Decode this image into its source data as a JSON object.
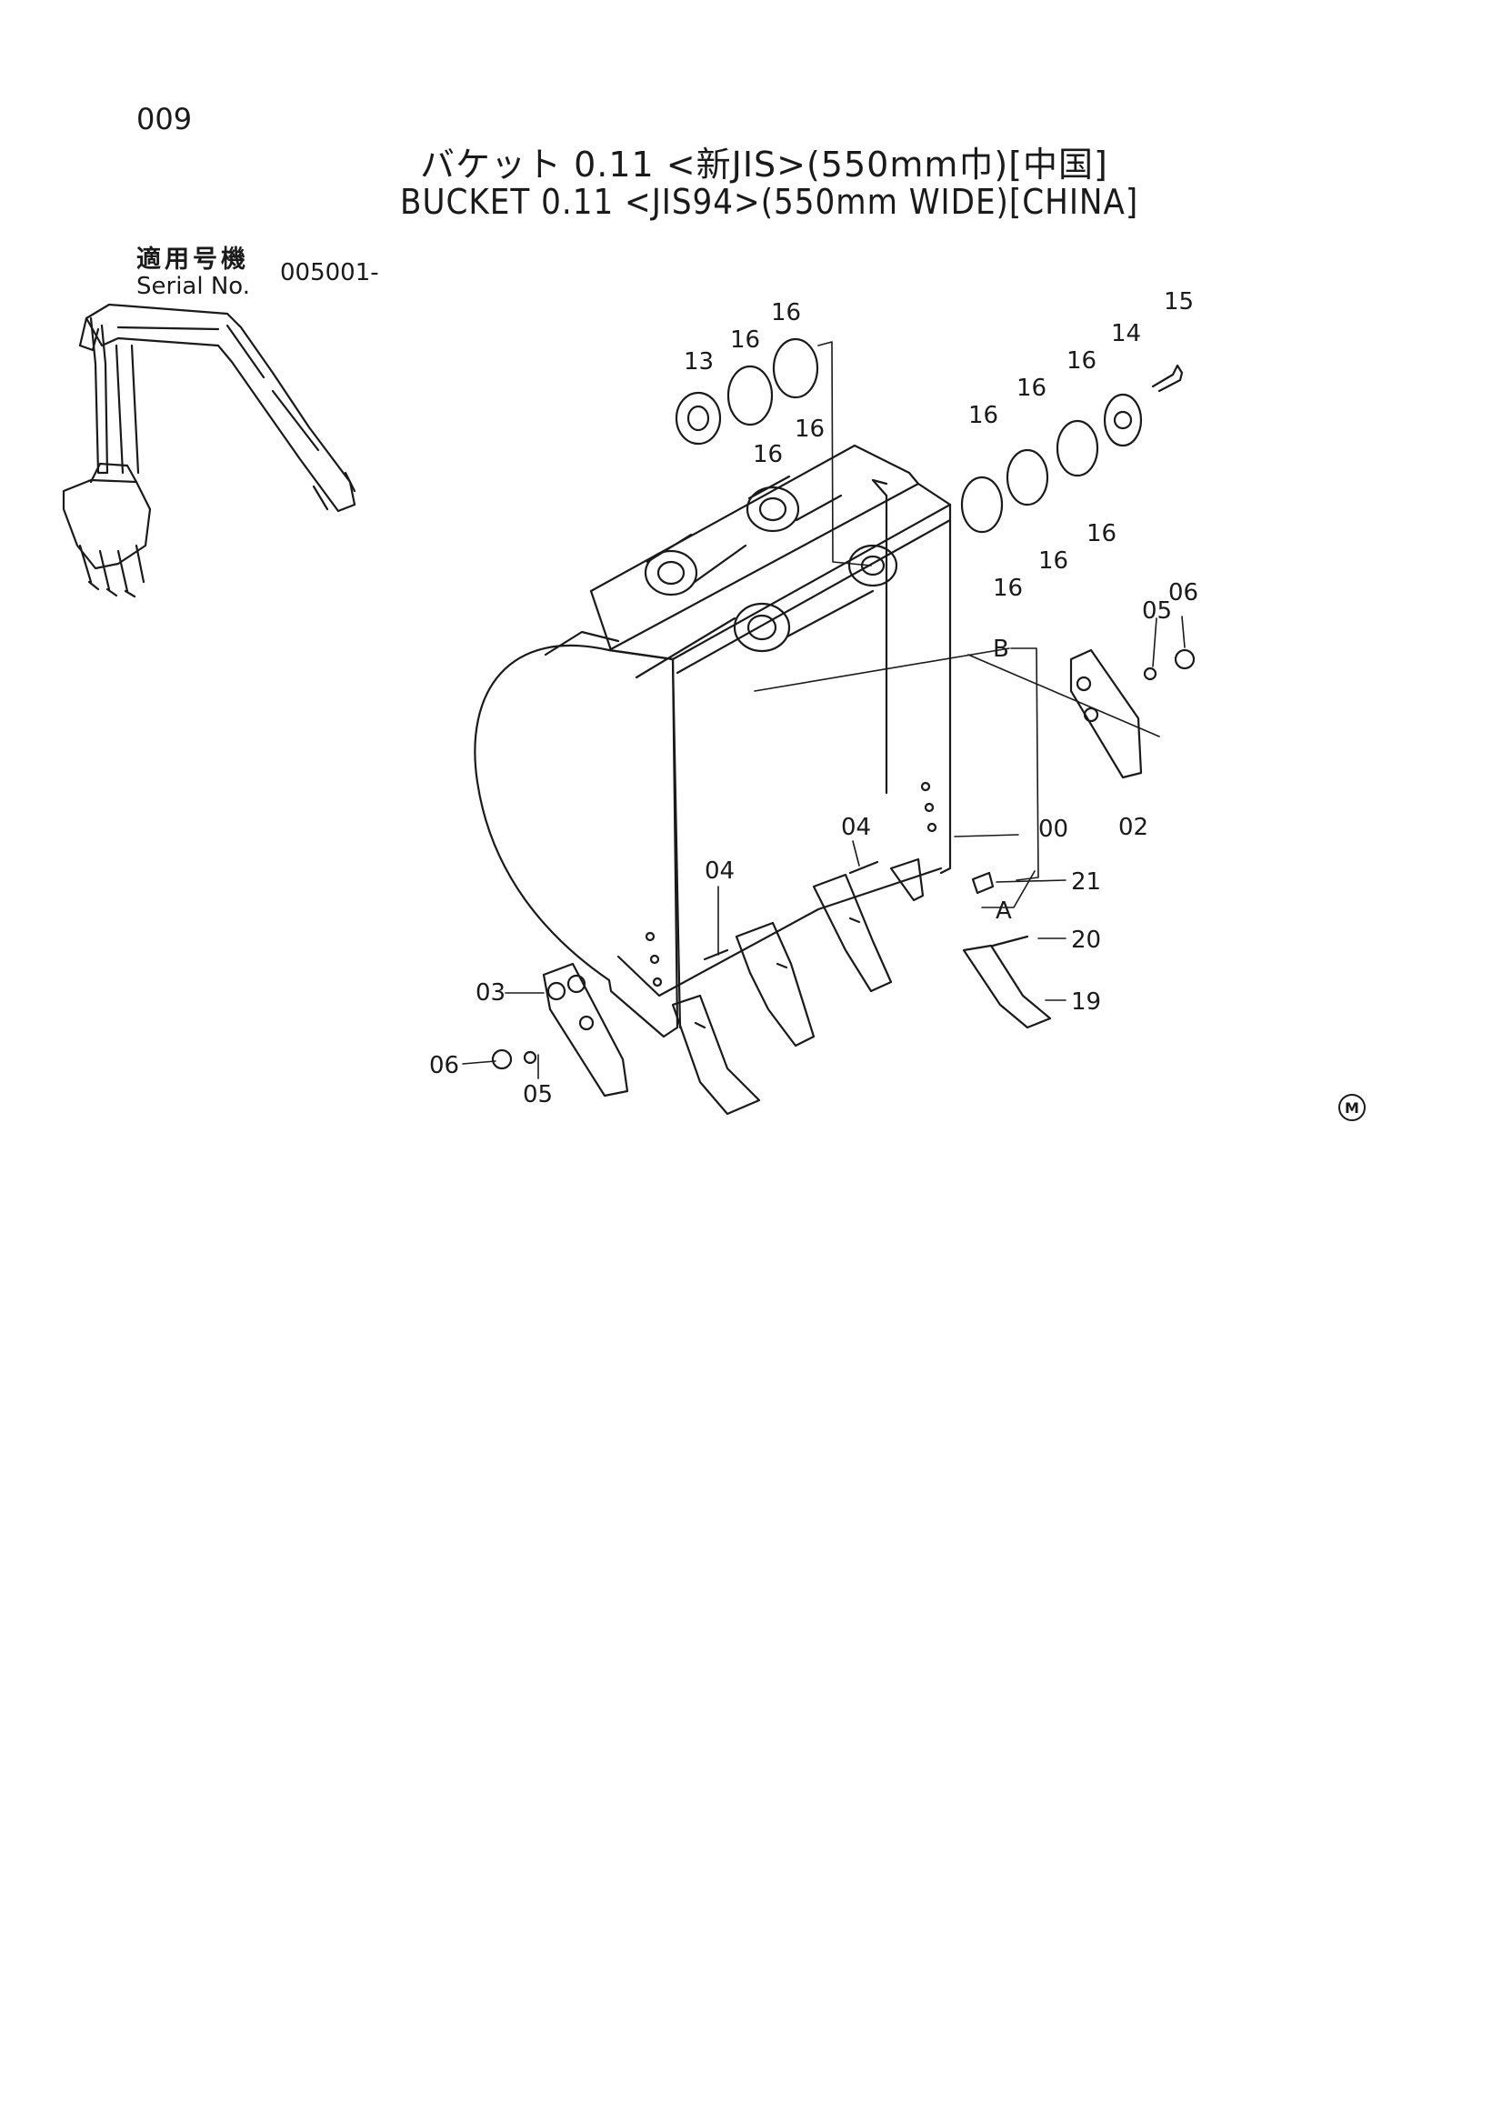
{
  "header": {
    "page_no": "009",
    "title_ja": "バケット 0.11 <新JIS>(550mm巾)[中国]",
    "title_en": "BUCKET 0.11 <JIS94>(550mm WIDE)[CHINA]"
  },
  "serial": {
    "label_ja": "適用号機",
    "label_en": "Serial No.",
    "value": "005001-"
  },
  "callouts": {
    "c00": "00",
    "c02": "02",
    "c03": "03",
    "c04a": "04",
    "c04b": "04",
    "c05a": "05",
    "c05b": "05",
    "c06a": "06",
    "c06b": "06",
    "c13": "13",
    "c14": "14",
    "c15": "15",
    "c16a": "16",
    "c16b": "16",
    "c16c": "16",
    "c16d": "16",
    "c16e": "16",
    "c16f": "16",
    "c16g": "16",
    "c16h": "16",
    "c16i": "16",
    "c16j": "16",
    "c19": "19",
    "c20": "20",
    "c21": "21",
    "cA": "A",
    "cB": "B"
  },
  "corner_mark": "M"
}
